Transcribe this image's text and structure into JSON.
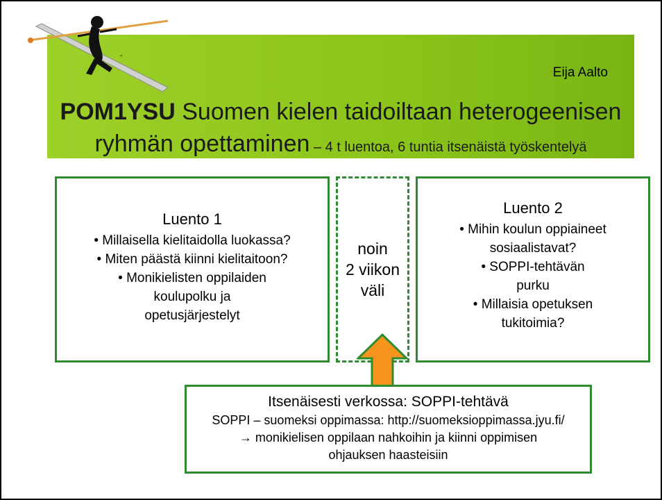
{
  "header": {
    "author": "Eija Aalto",
    "course_code": "POM1YSU",
    "title_main_1": "Suomen kielen taidoiltaan heterogeenisen",
    "title_main_2": "ryhmän opettaminen",
    "title_suffix": " – 4 t luentoa, 6 tuntia itsenäistä työskentelyä"
  },
  "lecture1": {
    "title": "Luento 1",
    "items": [
      "Millaisella kielitaidolla luokassa?",
      "Miten päästä kiinni kielitaitoon?",
      "Monikielisten oppilaiden"
    ],
    "continuation": [
      "koulupolku ja",
      "opetusjärjestelyt"
    ]
  },
  "interval": {
    "line1": "noin",
    "line2": "2 viikon",
    "line3": "väli"
  },
  "lecture2": {
    "title": "Luento 2",
    "lines": [
      "• Mihin koulun oppiaineet",
      "sosiaalistavat?",
      "• SOPPI-tehtävän",
      "purku",
      "• Millaisia opetuksen",
      "tukitoimia?"
    ]
  },
  "selfstudy": {
    "title": "Itsenäisesti verkossa: SOPPI-tehtävä",
    "line1": "SOPPI – suomeksi oppimassa: http://suomeksioppimassa.jyu.fi/",
    "line2": "→ monikielisen oppilaan nahkoihin ja kiinni oppimisen",
    "line3": "ohjauksen haasteisiin"
  },
  "colors": {
    "banner_green": "#8bc41a",
    "border_green": "#2e8b2e",
    "arrow_orange": "#f7941d"
  },
  "icons": {
    "figure": "tightrope-walker-figure",
    "arrow": "up-arrow-icon"
  }
}
